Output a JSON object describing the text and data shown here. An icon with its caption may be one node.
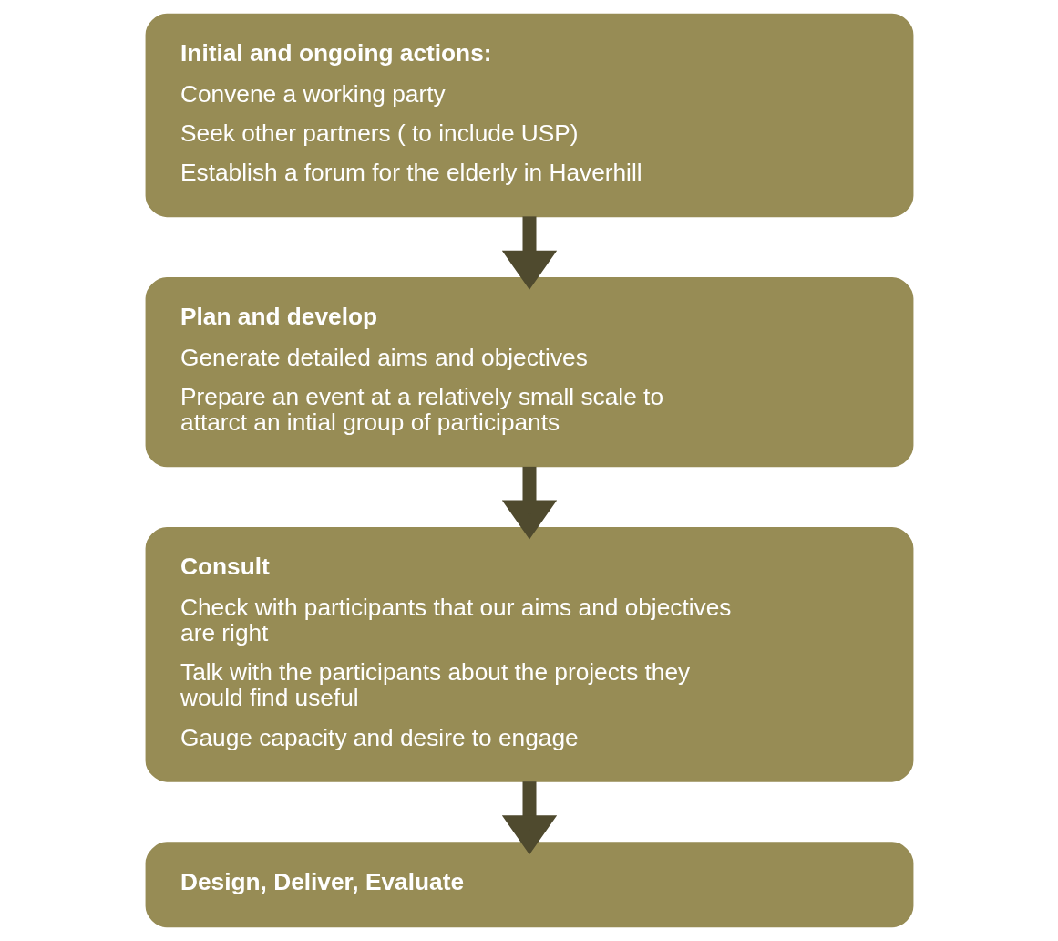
{
  "diagram": {
    "nodes": [
      {
        "text": [
          "Initial and ongoing actions:",
          "Convene a working party",
          "Seek other partners ( to include USP)",
          "Establish a forum for the elderly in Haverhill"
        ]
      },
      {
        "text": [
          "Plan and develop",
          "Generate detailed aims and objectives",
          "Prepare an event at a relatively small scale to attarct an intial group of participants"
        ]
      },
      {
        "text": [
          "Consult",
          "Check with participants that our aims and objectives are right",
          "Talk with the participants about the projects they would find useful",
          "Gauge capacity and desire to engage"
        ]
      },
      {
        "text": [
          "Design, Deliver, Evaluate"
        ]
      }
    ],
    "edges": [
      {
        "from": 0,
        "to": 1,
        "arrow": "to"
      },
      {
        "from": 1,
        "to": 2,
        "arrow": "to"
      },
      {
        "from": 2,
        "to": 3,
        "arrow": "to"
      }
    ]
  }
}
